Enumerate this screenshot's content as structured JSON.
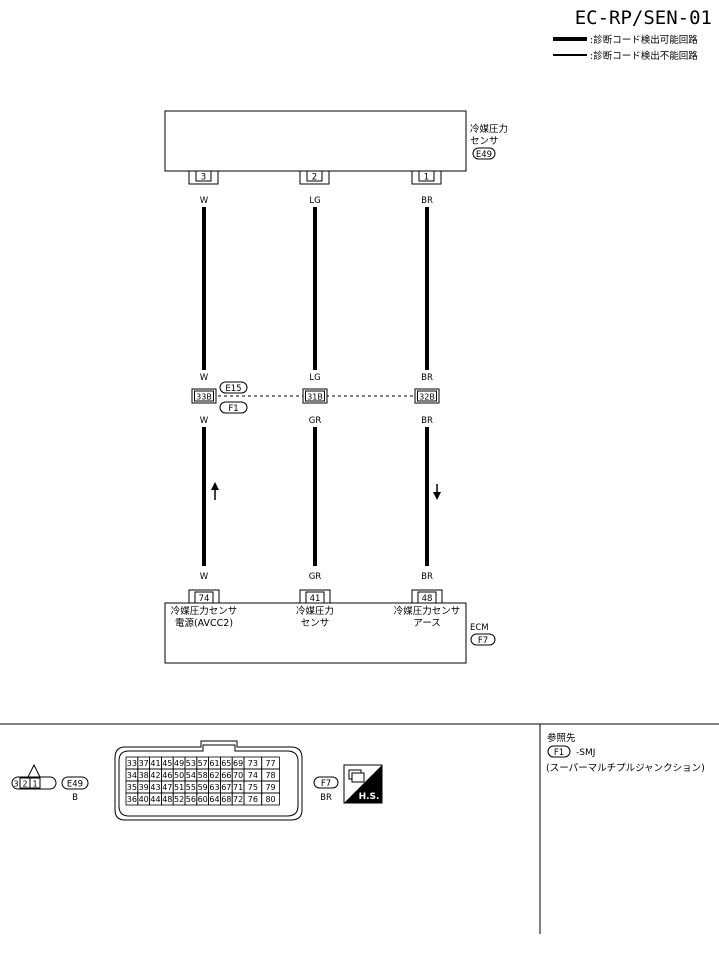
{
  "header": {
    "code": "EC-RP/SEN-01",
    "legend": [
      {
        "style": "thick",
        "label": ":診断コード検出可能回路"
      },
      {
        "style": "thin",
        "label": ":診断コード検出不能回路"
      }
    ]
  },
  "sensor": {
    "name_line1": "冷媒圧力",
    "name_line2": "センサ",
    "connector": "E49",
    "pins": [
      "3",
      "2",
      "1"
    ]
  },
  "wires_upper": [
    "W",
    "LG",
    "BR"
  ],
  "junction": {
    "connectors": [
      "E15",
      "F1"
    ],
    "pins": [
      "33B",
      "31B",
      "32B"
    ],
    "colors_top": [
      "W",
      "LG",
      "BR"
    ],
    "colors_bottom": [
      "W",
      "GR",
      "BR"
    ]
  },
  "ecm": {
    "name": "ECM",
    "connector": "F7",
    "colors_top": [
      "W",
      "GR",
      "BR"
    ],
    "pins": [
      "74",
      "41",
      "48"
    ],
    "labels": [
      {
        "line1": "冷媒圧力センサ",
        "line2": "電源(AVCC2)"
      },
      {
        "line1": "冷媒圧力",
        "line2": "センサ"
      },
      {
        "line1": "冷媒圧力センサ",
        "line2": "アース"
      }
    ]
  },
  "connector_views": {
    "e49": {
      "pins": [
        "3",
        "2",
        "1"
      ],
      "name": "E49",
      "color": "B"
    },
    "f7": {
      "name": "F7",
      "color": "BR",
      "rows": [
        [
          "33",
          "37",
          "41",
          "45",
          "49",
          "53",
          "57",
          "61",
          "65",
          "69",
          "73",
          "77"
        ],
        [
          "34",
          "38",
          "42",
          "46",
          "50",
          "54",
          "58",
          "62",
          "66",
          "70",
          "74",
          "78"
        ],
        [
          "35",
          "39",
          "43",
          "47",
          "51",
          "55",
          "59",
          "63",
          "67",
          "71",
          "75",
          "79"
        ],
        [
          "36",
          "40",
          "44",
          "48",
          "52",
          "56",
          "60",
          "64",
          "68",
          "72",
          "76",
          "80"
        ]
      ],
      "hs_label": "H.S."
    }
  },
  "reference": {
    "title": "参照先",
    "item_connector": "F1",
    "item_code": "-SMJ",
    "item_desc": "(スーパーマルチプルジャンクション)"
  }
}
